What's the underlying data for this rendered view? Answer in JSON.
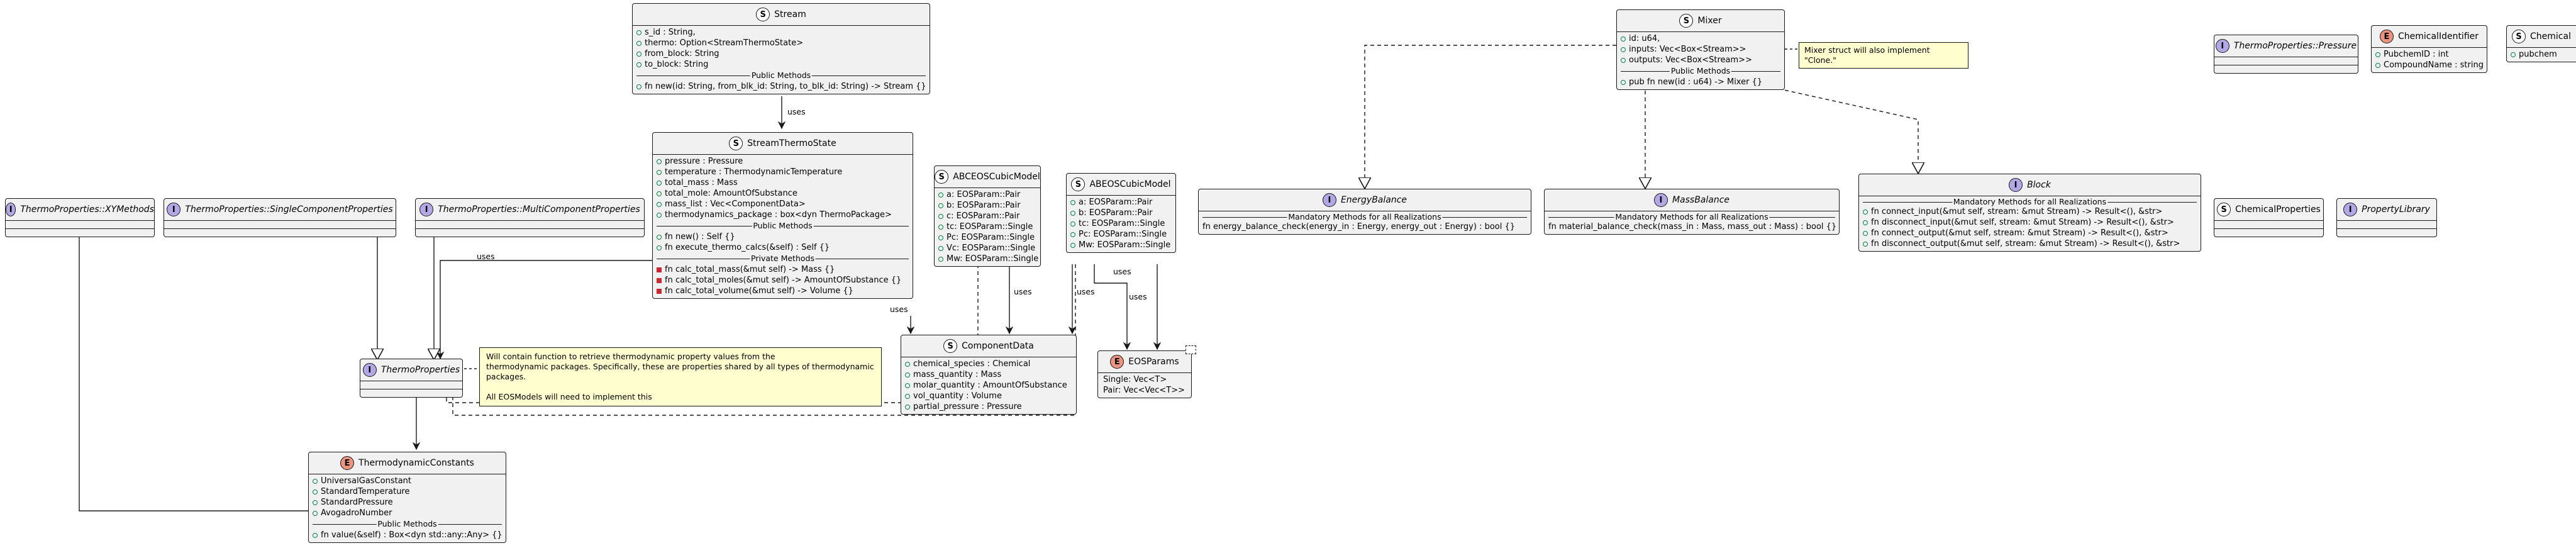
{
  "classes": {
    "stream": {
      "kind": "S",
      "name": "Stream",
      "fields": [
        "s_id : String,",
        "thermo: Option<StreamThermoState>",
        "from_block: String",
        "to_block: String"
      ],
      "methods_title": "Public Methods",
      "methods": [
        "fn new(id: String, from_blk_id: String, to_blk_id: String) -> Stream {}"
      ]
    },
    "stream_thermo_state": {
      "kind": "S",
      "name": "StreamThermoState",
      "fields": [
        "pressure : Pressure",
        "temperature : ThermodynamicTemperature",
        "total_mass : Mass",
        "total_mole: AmountOfSubstance",
        "mass_list : Vec<ComponentData>",
        "thermodynamics_package : box<dyn ThermoPackage>"
      ],
      "public_title": "Public Methods",
      "public_methods": [
        "fn new() : Self {}",
        "fn execute_thermo_calcs(&self) : Self {}"
      ],
      "private_title": "Private Methods",
      "private_methods": [
        "fn calc_total_mass(&mut self) -> Mass {}",
        "fn calc_total_moles(&mut self) -> AmountOfSubstance {}",
        "fn calc_total_volume(&mut self) -> Volume {}"
      ]
    },
    "abceos_a": {
      "kind": "S",
      "name": "ABCEOSCubicModel",
      "fields": [
        "a: EOSParam::Pair",
        "b: EOSParam::Pair",
        "c: EOSParam::Pair",
        "tc: EOSParam::Single",
        "Pc: EOSParam::Single",
        "Vc: EOSParam::Single",
        "Mw: EOSParam::Single"
      ]
    },
    "abeos_b": {
      "kind": "S",
      "name": "ABEOSCubicModel",
      "fields": [
        "a: EOSParam::Pair",
        "b: EOSParam::Pair",
        "tc: EOSParam::Single",
        "Pc: EOSParam::Single",
        "Mw: EOSParam::Single"
      ]
    },
    "xy_methods": {
      "kind": "I",
      "name": "ThermoProperties::XYMethods"
    },
    "single_component": {
      "kind": "I",
      "name": "ThermoProperties::SingleComponentProperties"
    },
    "multi_component": {
      "kind": "I",
      "name": "ThermoProperties::MultiComponentProperties"
    },
    "thermo_properties": {
      "kind": "I",
      "name": "ThermoProperties"
    },
    "component_data": {
      "kind": "S",
      "name": "ComponentData",
      "fields": [
        "chemical_species : Chemical",
        "mass_quantity : Mass",
        "molar_quantity : AmountOfSubstance",
        "vol_quantity : Volume",
        "partial_pressure : Pressure"
      ]
    },
    "eos_params": {
      "kind": "E",
      "name": "EOSParams",
      "values": [
        "Single: Vec<T>",
        "Pair: Vec<Vec<T>>"
      ]
    },
    "thermo_constants": {
      "kind": "E",
      "name": "ThermodynamicConstants",
      "fields": [
        "UniversalGasConstant",
        "StandardTemperature",
        "StandardPressure",
        "AvogadroNumber"
      ],
      "methods_title": "Public Methods",
      "methods": [
        "fn value(&self) : Box<dyn std::any::Any> {}"
      ]
    },
    "mixer": {
      "kind": "S",
      "name": "Mixer",
      "fields": [
        "id: u64,",
        "inputs: Vec<Box<Stream>>",
        "outputs: Vec<Box<Stream>>"
      ],
      "methods_title": "Public Methods",
      "methods": [
        "pub fn new(id : u64) -> Mixer {}"
      ]
    },
    "energy_balance": {
      "kind": "I",
      "name": "EnergyBalance",
      "methods_title": "Mandatory Methods for all Realizations",
      "methods": [
        "fn energy_balance_check(energy_in : Energy, energy_out : Energy) : bool {}"
      ]
    },
    "mass_balance": {
      "kind": "I",
      "name": "MassBalance",
      "methods_title": "Mandatory Methods for all Realizations",
      "methods": [
        "fn material_balance_check(mass_in : Mass, mass_out : Mass) : bool {}"
      ]
    },
    "block": {
      "kind": "I",
      "name": "Block",
      "methods_title": "Mandatory Methods for all Realizations",
      "methods": [
        "fn connect_input(&mut self, stream: &mut Stream) -> Result<(), &str>",
        "fn disconnect_input(&mut self, stream: &mut Stream) -> Result<(), &str>",
        "fn connect_output(&mut self, stream: &mut Stream) -> Result<(), &str>",
        "fn disconnect_output(&mut self, stream: &mut Stream) -> Result<(), &str>"
      ]
    },
    "pressure": {
      "kind": "I",
      "name": "ThermoProperties::Pressure"
    },
    "chemical_identifier": {
      "kind": "E",
      "name": "ChemicalIdentifier",
      "values": [
        "PubchemID : int",
        "CompoundName : string"
      ]
    },
    "chemical": {
      "kind": "S",
      "name": "Chemical",
      "fields": [
        "pubchem"
      ]
    },
    "chemical_properties": {
      "kind": "S",
      "name": "ChemicalProperties"
    },
    "property_library": {
      "kind": "I",
      "name": "PropertyLibrary"
    }
  },
  "notes": {
    "mixer_note": "Mixer struct will also implement \"Clone.\"",
    "thermo_note": [
      "Will contain function to retrieve thermodynamic property values from the",
      "thermodynamic packages. Specifically, these are properties shared by all types of thermodynamic",
      "packages.",
      "",
      "All EOSModels will need to implement this"
    ]
  },
  "edge_labels": {
    "uses": "uses"
  },
  "colors": {
    "class_fill": "#f1f1f1",
    "struct_badge": "#ffffff",
    "interface_badge": "#b4a7e5",
    "enum_badge": "#eb937f",
    "note_fill": "#fefece",
    "public_marker": "#038048",
    "private_marker": "#c82930"
  }
}
